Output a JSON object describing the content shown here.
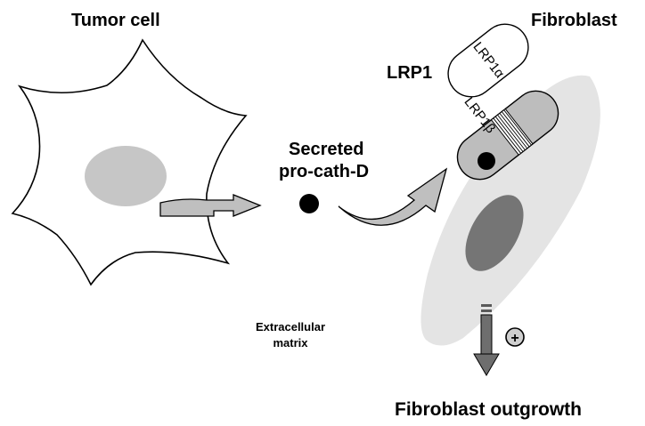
{
  "labels": {
    "tumor_cell": "Tumor cell",
    "fibroblast": "Fibroblast",
    "lrp1": "LRP1",
    "lrp1_alpha": "LRP1α",
    "lrp1_beta": "LRP1β",
    "secreted_line1": "Secreted",
    "secreted_line2": "pro-cath-D",
    "ecm_line1": "Extracellular",
    "ecm_line2": "matrix",
    "plus_sign": "+",
    "outcome": "Fibroblast outgrowth"
  }
}
